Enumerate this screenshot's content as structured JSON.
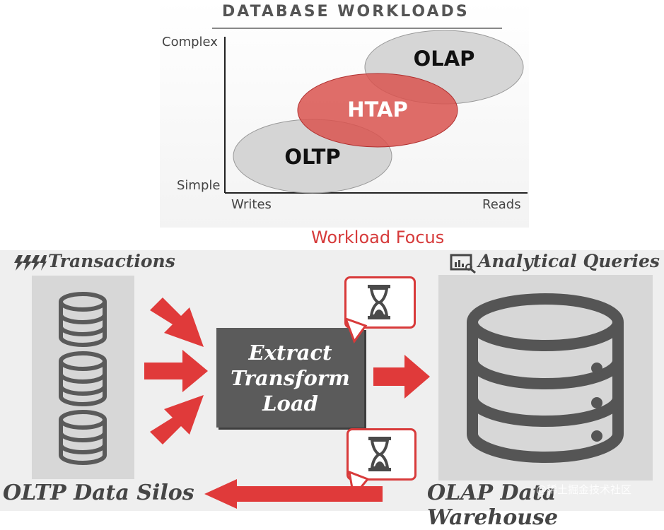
{
  "workload_chart": {
    "title": "DATABASE WORKLOADS",
    "y_axis": {
      "top_label": "Complex",
      "bottom_label": "Simple"
    },
    "x_axis": {
      "left_label": "Writes",
      "right_label": "Reads"
    },
    "regions": [
      {
        "label": "OLTP",
        "color": "#cfcfcf",
        "label_color": "#111111"
      },
      {
        "label": "HTAP",
        "color": "#d9534f",
        "label_color": "#ffffff"
      },
      {
        "label": "OLAP",
        "color": "#cfcfcf",
        "label_color": "#111111"
      }
    ],
    "caption": "Workload Focus"
  },
  "etl_diagram": {
    "transactions_label": "Transactions",
    "analytical_label": "Analytical Queries",
    "etl_lines": [
      "Extract",
      "Transform",
      "Load"
    ],
    "silos_label": "OLTP Data Silos",
    "warehouse_label": "OLAP Data Warehouse",
    "accent_color": "#e03a3a"
  },
  "watermark": "@稀土掘金技术社区"
}
